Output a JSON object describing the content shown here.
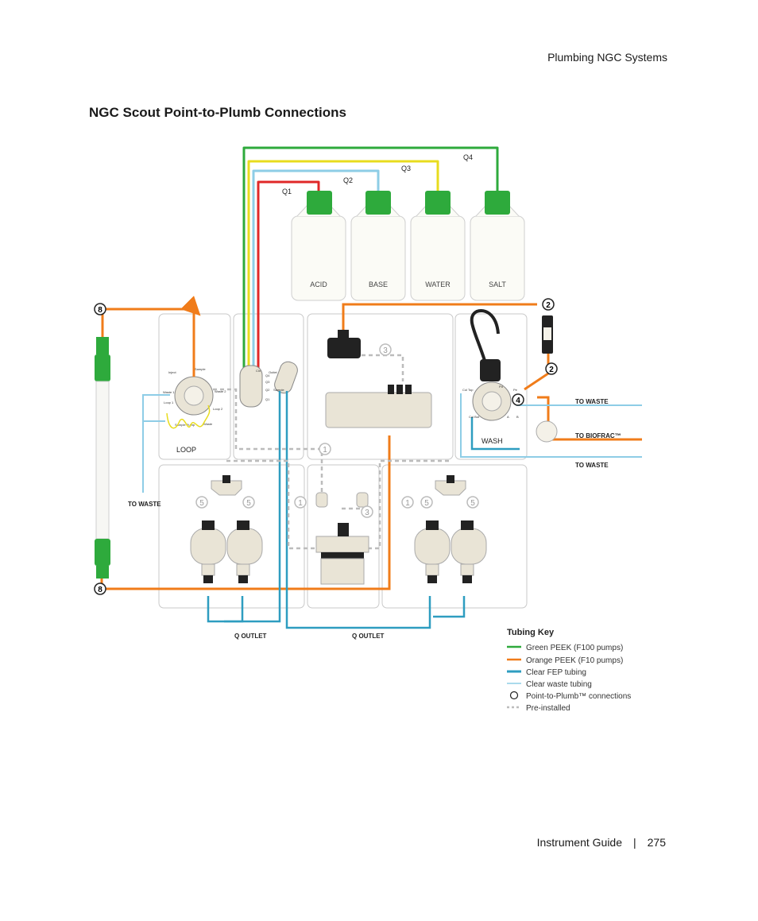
{
  "header": {
    "section": "Plumbing NGC Systems"
  },
  "page_title": "NGC Scout Point-to-Plumb Connections",
  "diagram": {
    "bottles": [
      "ACID",
      "BASE",
      "WATER",
      "SALT"
    ],
    "lines": [
      "Q1",
      "Q2",
      "Q3",
      "Q4"
    ],
    "loop_label": "LOOP",
    "wash_label": "WASH",
    "to_waste": "TO WASTE",
    "to_biofrac": "TO BIOFRAC™",
    "q_outlet": "Q OUTLET",
    "connections": [
      "8",
      "2",
      "2",
      "4",
      "3",
      "1",
      "5",
      "3",
      "1",
      "1",
      "5",
      "5",
      "5",
      "8"
    ],
    "valve_labels": {
      "inject": [
        "Inject",
        "Sample",
        "Waste 1",
        "Waste 2",
        "Loop 1",
        "Loop 2",
        "Sample Pump",
        "Waste"
      ],
      "buffer": [
        "Cln",
        "Q4",
        "Q3",
        "Q2",
        "Q1",
        "Outlet",
        "Sample"
      ],
      "column": [
        "Col Top",
        "Col Bot",
        "Pd",
        "Pe",
        "A",
        "B"
      ]
    },
    "colors": {
      "green": "#2eaa3c",
      "orange": "#f07c1a",
      "yellow": "#e8dc1e",
      "red": "#e02828",
      "lightblue": "#8ecde6",
      "clear_fep": "#2e9dc0",
      "preinstalled": "#bcbcbc"
    }
  },
  "tubing_key": {
    "title": "Tubing Key",
    "items": [
      {
        "label": "Green PEEK (F100 pumps)",
        "style": "green"
      },
      {
        "label": "Orange PEEK (F10 pumps)",
        "style": "orange"
      },
      {
        "label": "Clear FEP tubing",
        "style": "clear_fep"
      },
      {
        "label": "Clear waste tubing",
        "style": "lightblue"
      },
      {
        "label": "Point-to-Plumb™ connections",
        "style": "circle"
      },
      {
        "label": "Pre-installed",
        "style": "dashed"
      }
    ]
  },
  "footer": {
    "guide": "Instrument Guide",
    "separator": "|",
    "page_number": "275"
  }
}
